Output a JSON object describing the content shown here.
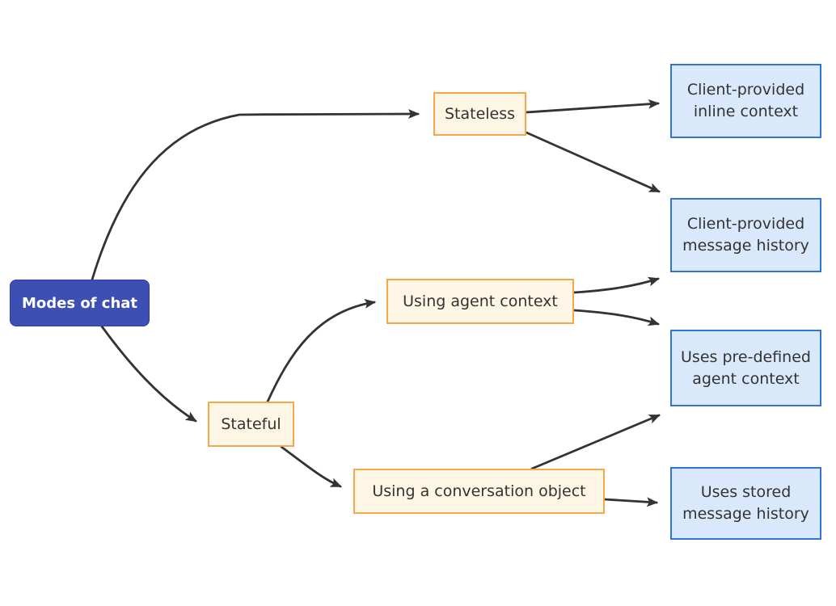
{
  "diagram": {
    "type": "flowchart",
    "direction": "left-to-right",
    "nodes": [
      {
        "id": "modes",
        "label": "Modes of chat",
        "role": "root"
      },
      {
        "id": "stateless",
        "label": "Stateless",
        "role": "branch"
      },
      {
        "id": "stateful",
        "label": "Stateful",
        "role": "branch"
      },
      {
        "id": "agent_ctx",
        "label": "Using agent context",
        "role": "branch"
      },
      {
        "id": "conversation",
        "label": "Using a conversation object",
        "role": "branch"
      },
      {
        "id": "inline",
        "label": "Client-provided inline context",
        "role": "leaf"
      },
      {
        "id": "msg_history",
        "label": "Client-provided message history",
        "role": "leaf"
      },
      {
        "id": "predefined",
        "label": "Uses pre-defined agent context",
        "role": "leaf"
      },
      {
        "id": "stored",
        "label": "Uses stored message history",
        "role": "leaf"
      }
    ],
    "edges": [
      {
        "from": "modes",
        "to": "stateless"
      },
      {
        "from": "modes",
        "to": "stateful"
      },
      {
        "from": "stateless",
        "to": "inline"
      },
      {
        "from": "stateless",
        "to": "msg_history"
      },
      {
        "from": "stateful",
        "to": "agent_ctx"
      },
      {
        "from": "stateful",
        "to": "conversation"
      },
      {
        "from": "agent_ctx",
        "to": "msg_history"
      },
      {
        "from": "agent_ctx",
        "to": "predefined"
      },
      {
        "from": "conversation",
        "to": "predefined"
      },
      {
        "from": "conversation",
        "to": "stored"
      }
    ],
    "colors": {
      "root_fill": "#3e4fb4",
      "root_border": "#2e3ca3",
      "root_text": "#ffffff",
      "branch_fill": "#fdf6e4",
      "branch_border": "#f7a64a",
      "leaf_fill": "#d9e8fb",
      "leaf_border": "#3274d1",
      "edge": "#333333",
      "text": "#333333",
      "background": "#ffffff"
    }
  }
}
